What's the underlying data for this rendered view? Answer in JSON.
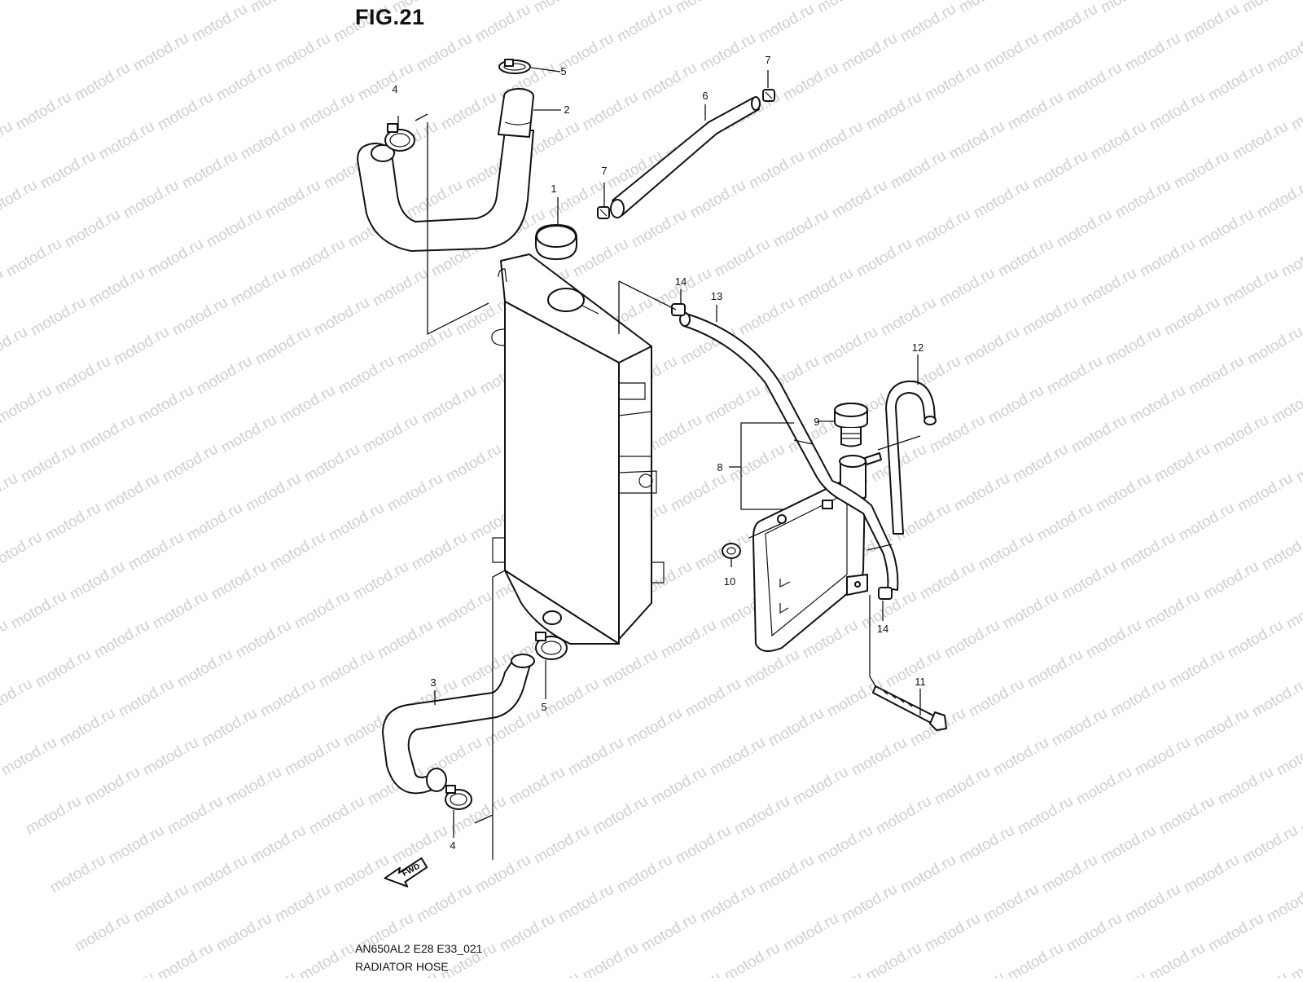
{
  "figure": {
    "title": "FIG.21",
    "model_code": "AN650AL2 E28 E33_021",
    "caption": "RADIATOR HOSE",
    "direction_label": "FWD"
  },
  "watermark": {
    "text": "motod.ru"
  },
  "callouts": [
    "1",
    "2",
    "3",
    "4",
    "4",
    "5",
    "5",
    "6",
    "7",
    "7",
    "8",
    "9",
    "10",
    "11",
    "12",
    "13",
    "14",
    "14"
  ]
}
